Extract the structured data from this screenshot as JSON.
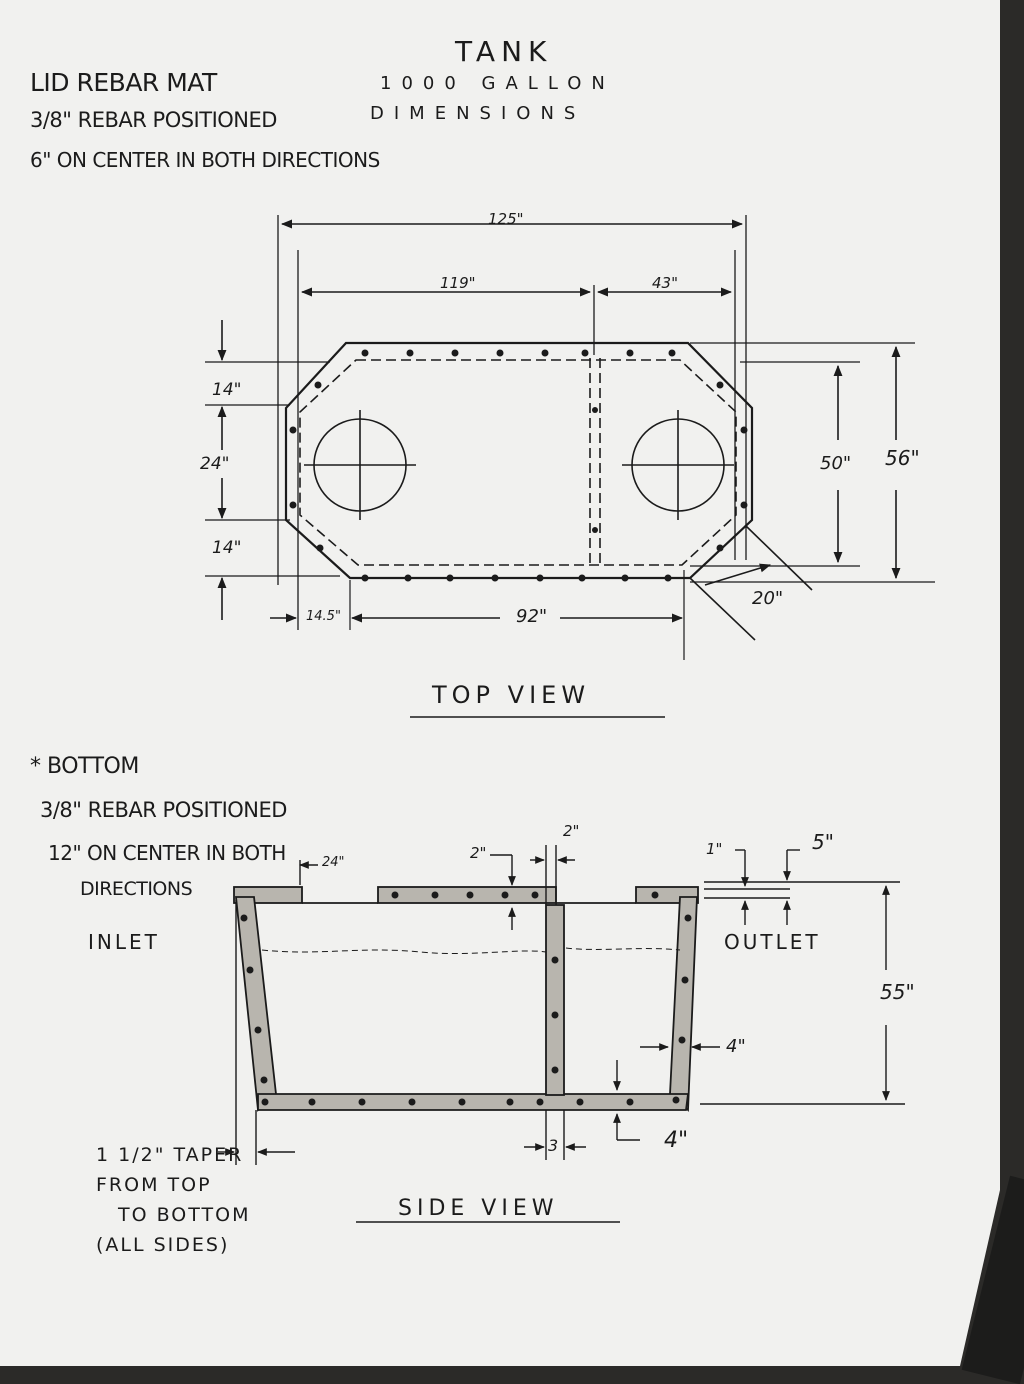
{
  "title": {
    "line1": "TANK",
    "line2": "1000 GALLON",
    "line3": "DIMENSIONS"
  },
  "lid_notes": [
    "LID REBAR MAT",
    "3/8\" REBAR POSITIONED",
    "6\" ON CENTER IN BOTH DIRECTIONS"
  ],
  "top_view": {
    "label": "TOP VIEW",
    "dims": {
      "overall_length": "125\"",
      "length_119": "119\"",
      "length_43": "43\"",
      "d14_top": "14\"",
      "d24": "24\"",
      "d14_bottom": "14\"",
      "d14_5": "14.5\"",
      "d92": "92\"",
      "d20": "20\"",
      "d50": "50\"",
      "d56": "56\""
    }
  },
  "bottom_notes": [
    "* BOTTOM",
    "3/8\" REBAR POSITIONED",
    "12\" ON CENTER IN BOTH",
    "DIRECTIONS"
  ],
  "side_view": {
    "label": "SIDE VIEW",
    "inlet": "INLET",
    "outlet": "OUTLET",
    "dims": {
      "d24": "24\"",
      "d2a": "2\"",
      "d2b": "2\"",
      "d1": "1\"",
      "d5": "5\"",
      "d55": "55\"",
      "d4a": "4\"",
      "d4b": "4\"",
      "d3": "3"
    },
    "taper_note": [
      "1 1/2\" TAPER",
      "FROM TOP",
      "TO BOTTOM",
      "(ALL SIDES)"
    ]
  },
  "colors": {
    "paper": "#f1f1ef",
    "ink": "#1b1b1b",
    "background": "#2b2a28"
  }
}
